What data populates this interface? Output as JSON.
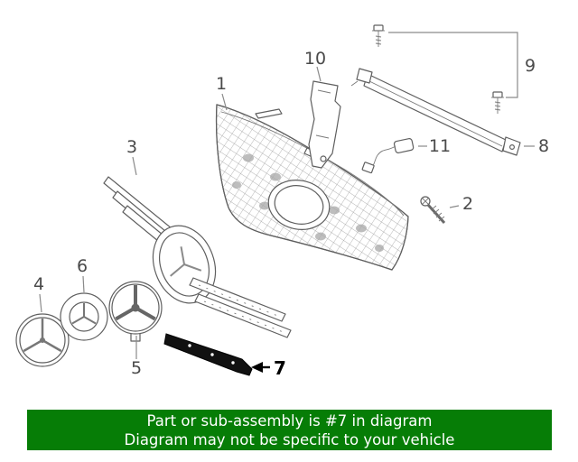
{
  "banner": {
    "line1": "Part or sub-assembly is #7 in diagram",
    "line2": "Diagram may not be specific to your vehicle"
  },
  "colors": {
    "banner_bg": "#067d06",
    "banner_text": "#ffffff",
    "line_art": "#5f5f5f",
    "callout_text": "#4a4a4a",
    "highlighted_part": "#000000"
  },
  "highlighted_callout": "7",
  "callouts": [
    {
      "label": "1"
    },
    {
      "label": "2"
    },
    {
      "label": "3"
    },
    {
      "label": "4"
    },
    {
      "label": "5"
    },
    {
      "label": "6"
    },
    {
      "label": "7"
    },
    {
      "label": "8"
    },
    {
      "label": "9"
    },
    {
      "label": "10"
    },
    {
      "label": "11"
    }
  ]
}
